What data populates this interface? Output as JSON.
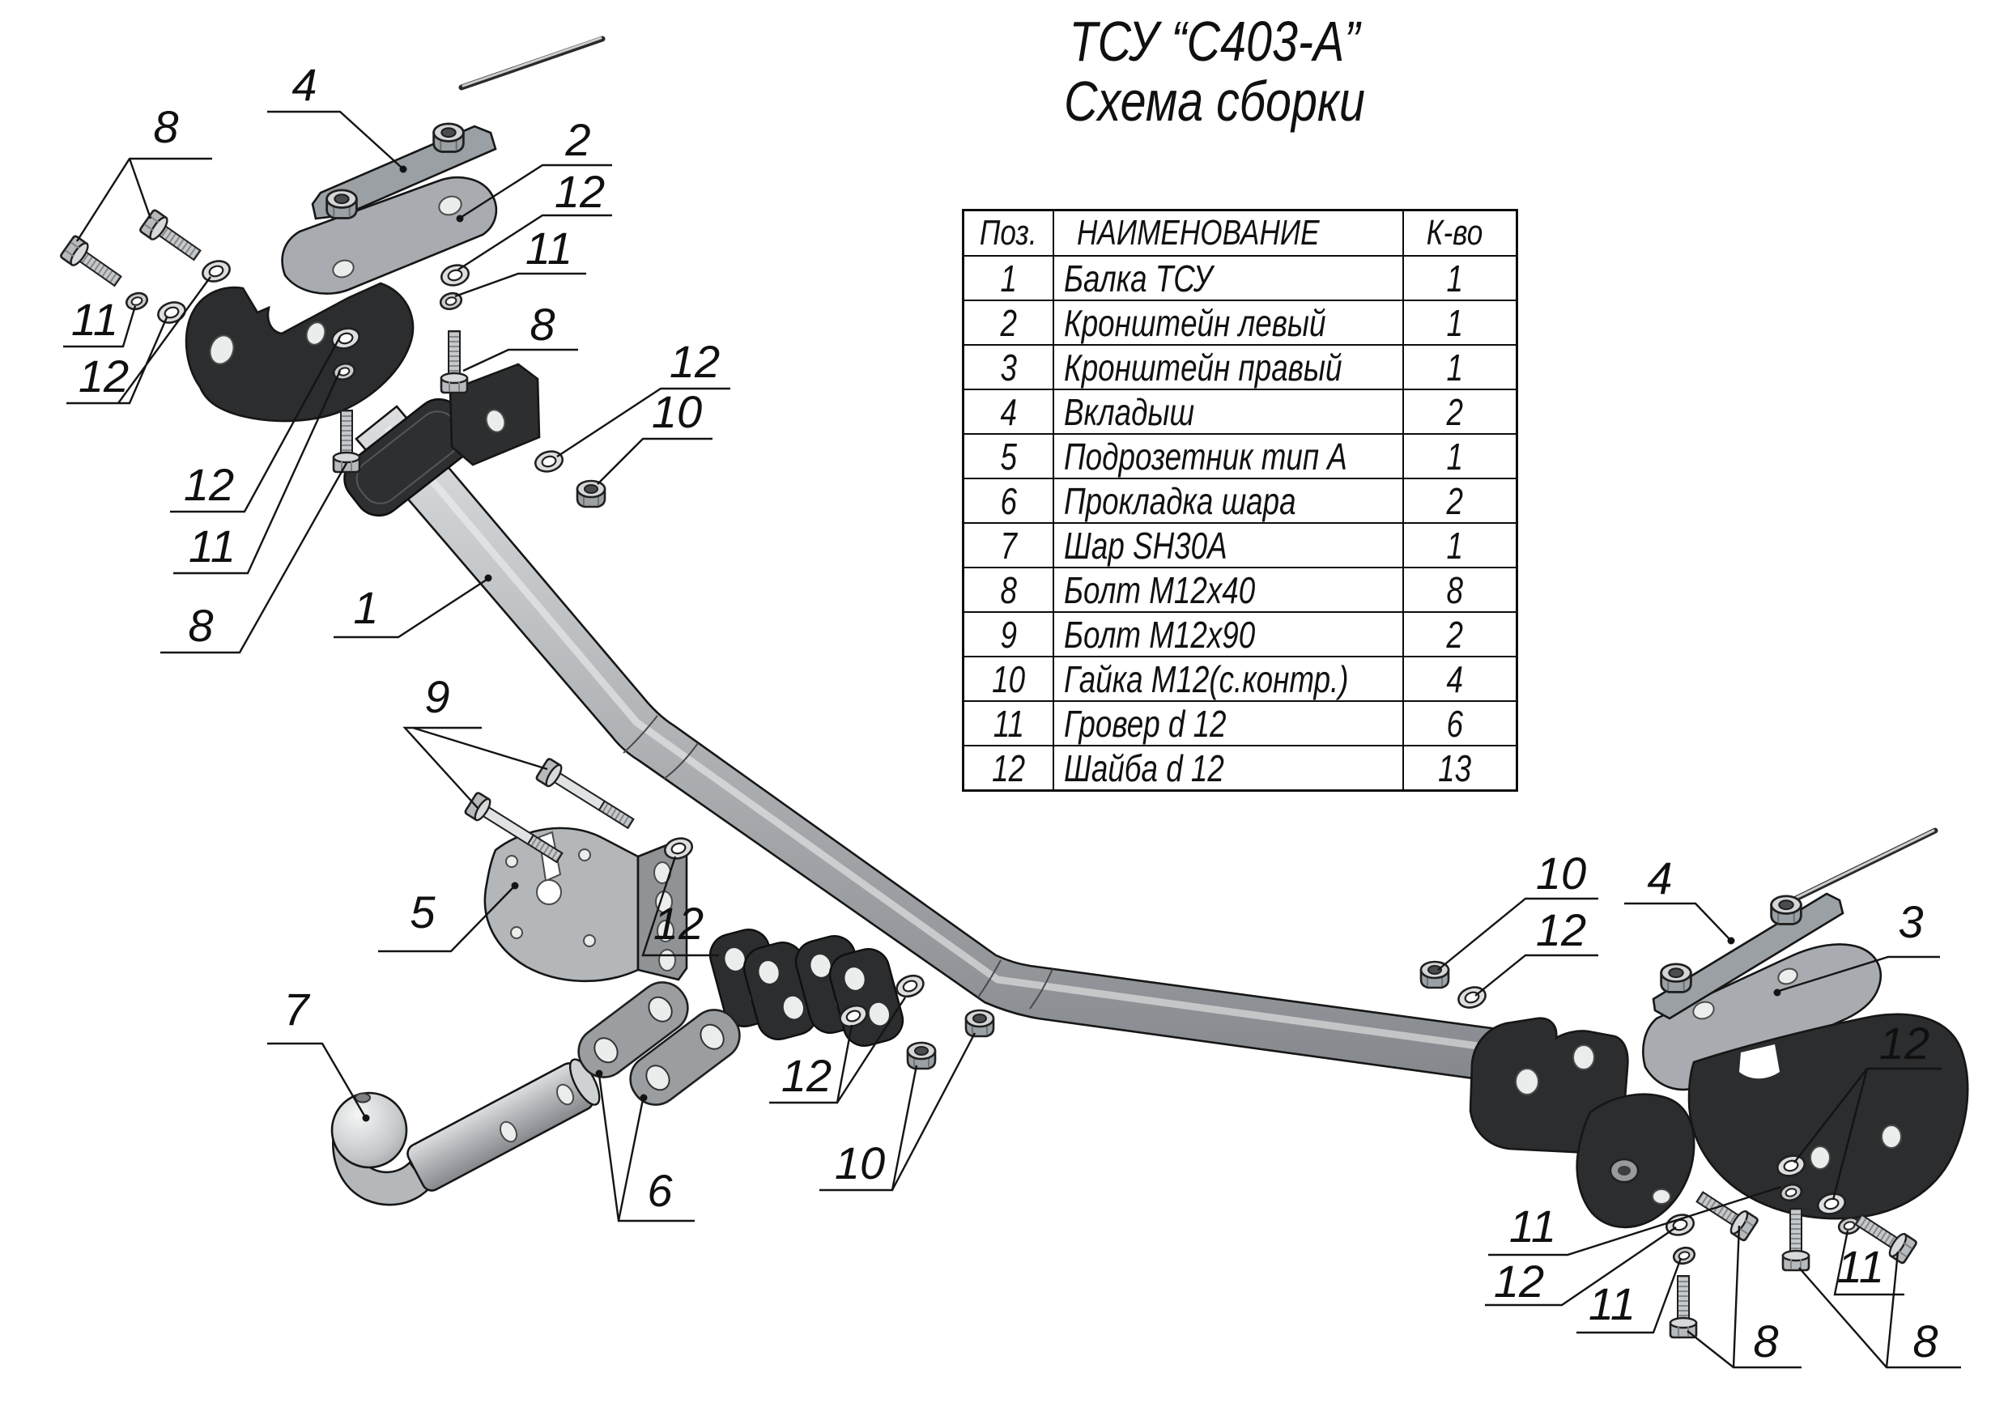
{
  "title": {
    "line1": "ТСУ “С403-А”",
    "line2": "Схема сборки"
  },
  "parts_table": {
    "headers": {
      "pos": "Поз.",
      "name": "НАИМЕНОВАНИЕ",
      "qty": "К-во"
    },
    "rows": [
      {
        "pos": "1",
        "name": "Балка ТСУ",
        "qty": "1"
      },
      {
        "pos": "2",
        "name": "Кронштейн левый",
        "qty": "1"
      },
      {
        "pos": "3",
        "name": "Кронштейн правый",
        "qty": "1"
      },
      {
        "pos": "4",
        "name": "Вкладыш",
        "qty": "2"
      },
      {
        "pos": "5",
        "name": "Подрозетник тип А",
        "qty": "1"
      },
      {
        "pos": "6",
        "name": "Прокладка шара",
        "qty": "2"
      },
      {
        "pos": "7",
        "name": "Шар SH30A",
        "qty": "1"
      },
      {
        "pos": "8",
        "name": "Болт М12х40",
        "qty": "8"
      },
      {
        "pos": "9",
        "name": "Болт М12х90",
        "qty": "2"
      },
      {
        "pos": "10",
        "name": "Гайка М12(с.контр.)",
        "qty": "4"
      },
      {
        "pos": "11",
        "name": "Гровер d 12",
        "qty": "6"
      },
      {
        "pos": "12",
        "name": "Шайба d 12",
        "qty": "13"
      }
    ]
  },
  "callouts": [
    {
      "id": "bolts-top-left",
      "label": "8"
    },
    {
      "id": "insert-left",
      "label": "4"
    },
    {
      "id": "bracket-left",
      "label": "2"
    },
    {
      "id": "washer-left-a",
      "label": "12"
    },
    {
      "id": "grover-left-a",
      "label": "11"
    },
    {
      "id": "bolt-left-a",
      "label": "8"
    },
    {
      "id": "grover-far-left",
      "label": "11"
    },
    {
      "id": "washer-far-left",
      "label": "12"
    },
    {
      "id": "washer-mid-left",
      "label": "12"
    },
    {
      "id": "grover-mid-left",
      "label": "11"
    },
    {
      "id": "bolt-mid-left",
      "label": "8"
    },
    {
      "id": "beam",
      "label": "1"
    },
    {
      "id": "washer-beam-top",
      "label": "12"
    },
    {
      "id": "nut-beam-top",
      "label": "10"
    },
    {
      "id": "bolts-m12x90",
      "label": "9"
    },
    {
      "id": "socket-plate",
      "label": "5"
    },
    {
      "id": "washer-center",
      "label": "12"
    },
    {
      "id": "ball",
      "label": "7"
    },
    {
      "id": "ball-pads",
      "label": "6"
    },
    {
      "id": "washers-clevis",
      "label": "12"
    },
    {
      "id": "nuts-clevis",
      "label": "10"
    },
    {
      "id": "nut-right-top",
      "label": "10"
    },
    {
      "id": "washer-right-top",
      "label": "12"
    },
    {
      "id": "insert-right",
      "label": "4"
    },
    {
      "id": "bracket-right",
      "label": "3"
    },
    {
      "id": "washers-right",
      "label": "12"
    },
    {
      "id": "grover-br-a",
      "label": "11"
    },
    {
      "id": "washer-br-b",
      "label": "12"
    },
    {
      "id": "grover-br-c",
      "label": "11"
    },
    {
      "id": "bolts-br-left",
      "label": "8"
    },
    {
      "id": "grover-br-right",
      "label": "11"
    },
    {
      "id": "bolts-br-right",
      "label": "8"
    }
  ],
  "colors": {
    "background": "#ffffff",
    "line": "#141414",
    "dark_part": "#2b2d2f",
    "mid_part": "#9a9ea2",
    "light_part": "#b9bcbf",
    "steel_light": "#dcdee0"
  }
}
